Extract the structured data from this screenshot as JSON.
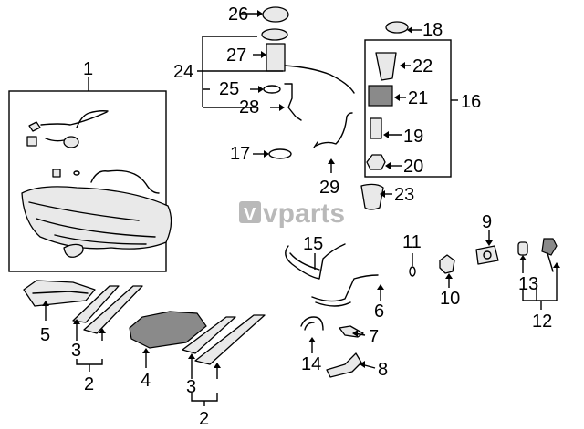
{
  "watermark": {
    "brand": "vparts",
    "logo_letter": "V",
    "color": "#b9b9b9"
  },
  "callouts": [
    {
      "id": "26",
      "label": "26"
    },
    {
      "id": "18",
      "label": "18"
    },
    {
      "id": "27",
      "label": "27"
    },
    {
      "id": "22",
      "label": "22"
    },
    {
      "id": "24",
      "label": "24"
    },
    {
      "id": "1",
      "label": "1"
    },
    {
      "id": "25",
      "label": "25"
    },
    {
      "id": "21",
      "label": "21"
    },
    {
      "id": "16",
      "label": "16"
    },
    {
      "id": "28",
      "label": "28"
    },
    {
      "id": "19",
      "label": "19"
    },
    {
      "id": "17",
      "label": "17"
    },
    {
      "id": "20",
      "label": "20"
    },
    {
      "id": "29",
      "label": "29"
    },
    {
      "id": "23",
      "label": "23"
    },
    {
      "id": "9",
      "label": "9"
    },
    {
      "id": "15",
      "label": "15"
    },
    {
      "id": "11",
      "label": "11"
    },
    {
      "id": "13",
      "label": "13"
    },
    {
      "id": "10",
      "label": "10"
    },
    {
      "id": "5",
      "label": "5"
    },
    {
      "id": "6",
      "label": "6"
    },
    {
      "id": "12",
      "label": "12"
    },
    {
      "id": "3a",
      "label": "3"
    },
    {
      "id": "7",
      "label": "7"
    },
    {
      "id": "4",
      "label": "4"
    },
    {
      "id": "2a",
      "label": "2"
    },
    {
      "id": "14",
      "label": "14"
    },
    {
      "id": "8",
      "label": "8"
    },
    {
      "id": "3b",
      "label": "3"
    },
    {
      "id": "2b",
      "label": "2"
    }
  ]
}
